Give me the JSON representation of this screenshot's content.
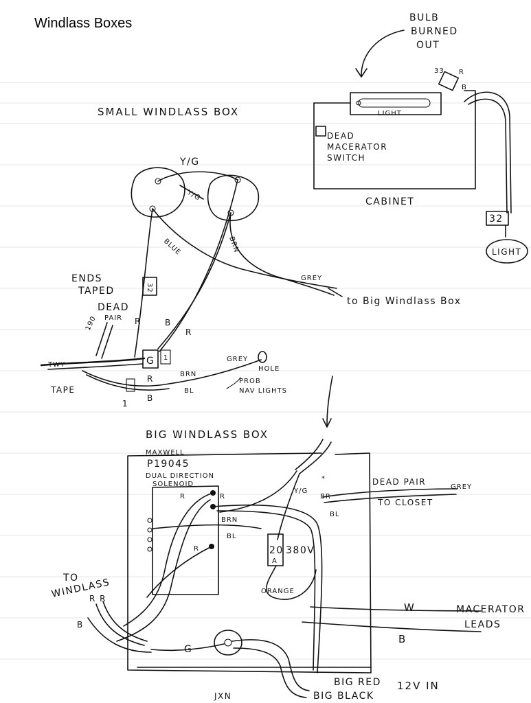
{
  "title": "Windlass Boxes",
  "top": {
    "bulb_note": [
      "BULB",
      "BURNED",
      "OUT"
    ],
    "bulb_label": "LIGHT",
    "wire_33": "33",
    "wire_r": "R",
    "wire_b": "B",
    "dead_switch": [
      "DEAD",
      "MACERATOR",
      "SWITCH"
    ],
    "cabinet": "CABINET",
    "wire_32": "32",
    "light": "LIGHT"
  },
  "small_box": {
    "heading": "SMALL WINDLASS BOX",
    "yg_top": "Y/G",
    "yg_diag": "Y/G",
    "blue": "BLUE",
    "brn": "BRN",
    "grey": "GREY",
    "to_big": "to Big Windlass Box",
    "ends_taped": [
      "ENDS",
      "TAPED"
    ],
    "dead_pair": [
      "DEAD",
      "PAIR"
    ],
    "num_190": "190",
    "box_32": "32",
    "r1": "R",
    "b1": "B",
    "r2": "R",
    "g": "G",
    "num_1a": "1",
    "tape_label": "TAPE",
    "twy": "TWY",
    "r3": "R",
    "brn2": "BRN",
    "grey2": "GREY",
    "hole": "HOLE",
    "num_1b": "1",
    "b2": "B",
    "bl": "BL",
    "prob_nav": [
      "PROB",
      "NAV LIGHTS"
    ]
  },
  "big_box": {
    "heading": "BIG WINDLASS BOX",
    "maker": "MAXWELL",
    "part": "P19045",
    "solenoid": [
      "DUAL DIRECTION",
      "SOLENOID"
    ],
    "r_a": "R",
    "r_b": "R",
    "brn": "BRN",
    "bl": "BL",
    "r_c": "R",
    "yg": "Y/G",
    "br": "BR",
    "bl2": "BL",
    "dead_pair": "DEAD PAIR",
    "to_closet": "TO CLOSET",
    "grey": "GREY",
    "fuse_20": "20",
    "fuse_a": "A",
    "v380": "380V",
    "orange": "ORANGE",
    "to_windlass": [
      "TO",
      "WINDLASS"
    ],
    "rr": "R R",
    "b": "B",
    "g": "G",
    "w": "W",
    "b2": "B",
    "macerator_leads": [
      "MACERATOR",
      "LEADS"
    ],
    "big_red": "BIG RED",
    "v12": "12V IN",
    "big_black": "BIG BLACK",
    "jxn": "JXN"
  }
}
